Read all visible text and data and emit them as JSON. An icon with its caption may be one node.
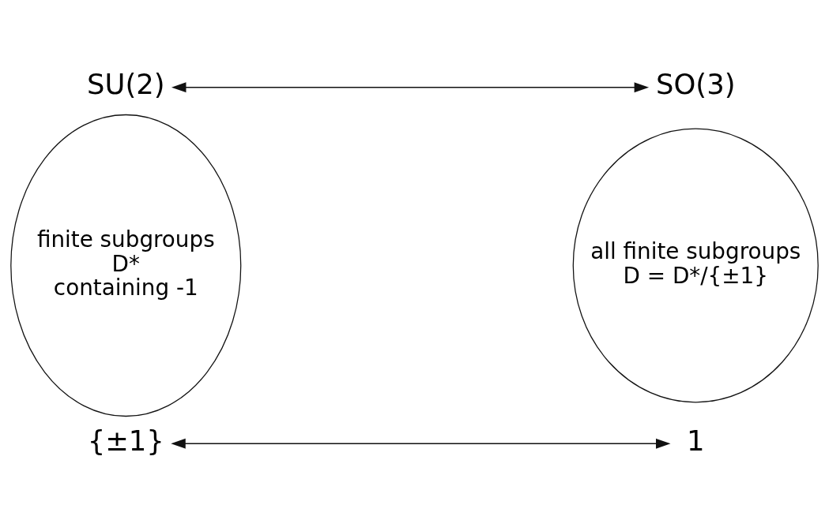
{
  "diagram": {
    "nodes": [
      {
        "text": [
          "SU(2)"
        ]
      },
      {
        "text": [
          "SO(3)"
        ]
      },
      {
        "text": [
          "finite subgroups",
          "D*",
          "containing -1"
        ]
      },
      {
        "text": [
          "all finite subgroups",
          "D = D*/{±1}"
        ]
      },
      {
        "text": [
          "{±1}"
        ]
      },
      {
        "text": [
          "1"
        ]
      }
    ],
    "edges": [
      {
        "from": 0,
        "to": 1,
        "arrow": "both"
      },
      {
        "from": 4,
        "to": 5,
        "arrow": "both"
      }
    ]
  }
}
